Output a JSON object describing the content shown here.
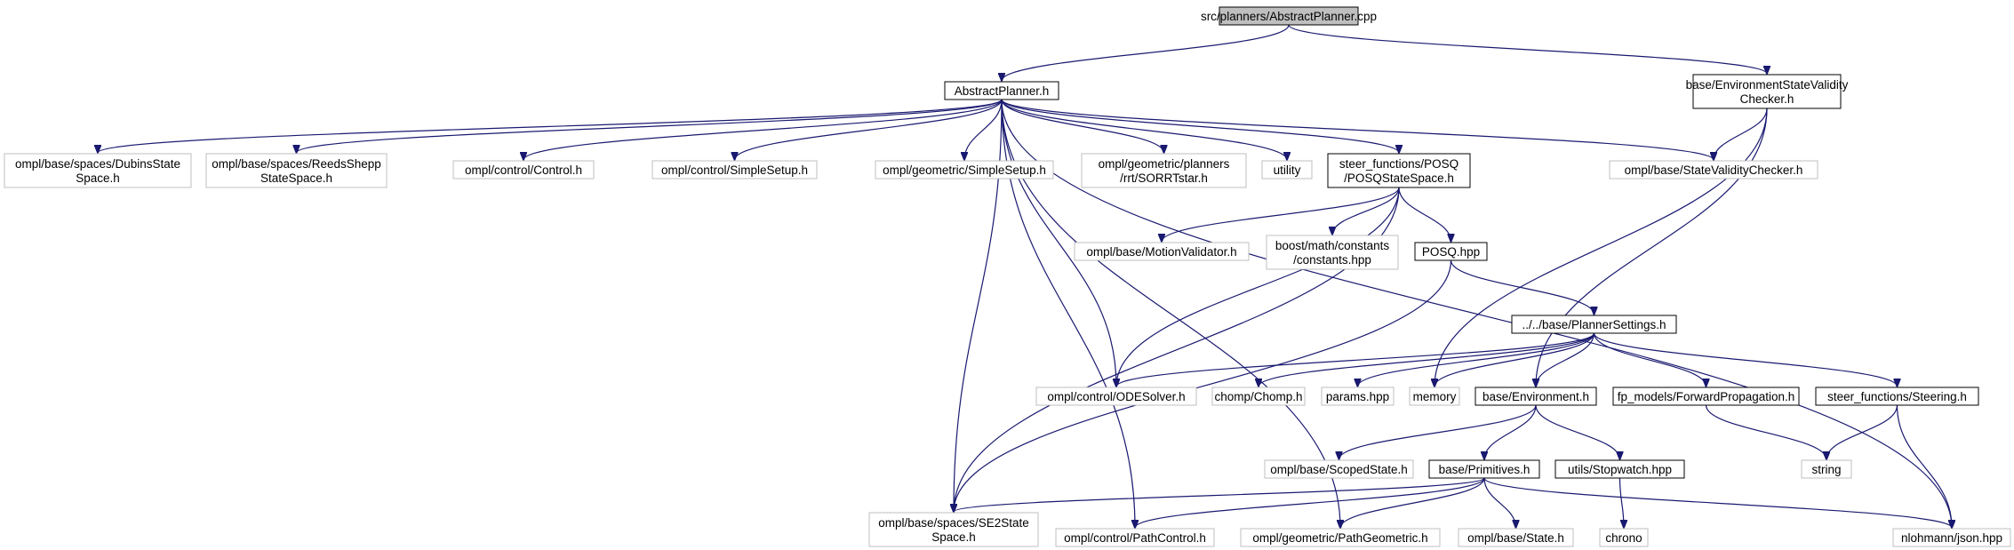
{
  "colors": {
    "root_fill": "#bfbfbf",
    "documented_border": "#000000",
    "external_border": "#bfbfbf",
    "edge": "#191970"
  },
  "nodes": {
    "root": {
      "lines": [
        "src/planners/AbstractPlanner.cpp"
      ],
      "kind": "root"
    },
    "abstractplanner_h": {
      "lines": [
        "AbstractPlanner.h"
      ],
      "kind": "documented"
    },
    "env_validity": {
      "lines": [
        "base/EnvironmentStateValidity",
        "Checker.h"
      ],
      "kind": "documented"
    },
    "dubins": {
      "lines": [
        "ompl/base/spaces/DubinsState",
        "Space.h"
      ],
      "kind": "external"
    },
    "reedsshepp": {
      "lines": [
        "ompl/base/spaces/ReedsShepp",
        "StateSpace.h"
      ],
      "kind": "external"
    },
    "control_h": {
      "lines": [
        "ompl/control/Control.h"
      ],
      "kind": "external"
    },
    "control_simplesetup": {
      "lines": [
        "ompl/control/SimpleSetup.h"
      ],
      "kind": "external"
    },
    "geometric_simplesetup": {
      "lines": [
        "ompl/geometric/SimpleSetup.h"
      ],
      "kind": "external"
    },
    "sorrtstar": {
      "lines": [
        "ompl/geometric/planners",
        "/rrt/SORRTstar.h"
      ],
      "kind": "external"
    },
    "utility": {
      "lines": [
        "utility"
      ],
      "kind": "external"
    },
    "posq_statespace": {
      "lines": [
        "steer_functions/POSQ",
        "/POSQStateSpace.h"
      ],
      "kind": "documented"
    },
    "statevaliditychecker": {
      "lines": [
        "ompl/base/StateValidityChecker.h"
      ],
      "kind": "external"
    },
    "motionvalidator": {
      "lines": [
        "ompl/base/MotionValidator.h"
      ],
      "kind": "external"
    },
    "boost_constants": {
      "lines": [
        "boost/math/constants",
        "/constants.hpp"
      ],
      "kind": "external"
    },
    "posq_hpp": {
      "lines": [
        "POSQ.hpp"
      ],
      "kind": "documented"
    },
    "plannersettings": {
      "lines": [
        "../../base/PlannerSettings.h"
      ],
      "kind": "documented"
    },
    "odesolver": {
      "lines": [
        "ompl/control/ODESolver.h"
      ],
      "kind": "external"
    },
    "chomp": {
      "lines": [
        "chomp/Chomp.h"
      ],
      "kind": "external"
    },
    "params": {
      "lines": [
        "params.hpp"
      ],
      "kind": "external"
    },
    "memory": {
      "lines": [
        "memory"
      ],
      "kind": "external"
    },
    "environment": {
      "lines": [
        "base/Environment.h"
      ],
      "kind": "documented"
    },
    "forwardprop": {
      "lines": [
        "fp_models/ForwardPropagation.h"
      ],
      "kind": "documented"
    },
    "steering": {
      "lines": [
        "steer_functions/Steering.h"
      ],
      "kind": "documented"
    },
    "scopedstate": {
      "lines": [
        "ompl/base/ScopedState.h"
      ],
      "kind": "external"
    },
    "primitives": {
      "lines": [
        "base/Primitives.h"
      ],
      "kind": "documented"
    },
    "stopwatch": {
      "lines": [
        "utils/Stopwatch.hpp"
      ],
      "kind": "documented"
    },
    "string": {
      "lines": [
        "string"
      ],
      "kind": "external"
    },
    "se2statespace": {
      "lines": [
        "ompl/base/spaces/SE2State",
        "Space.h"
      ],
      "kind": "external"
    },
    "pathcontrol": {
      "lines": [
        "ompl/control/PathControl.h"
      ],
      "kind": "external"
    },
    "pathgeometric": {
      "lines": [
        "ompl/geometric/PathGeometric.h"
      ],
      "kind": "external"
    },
    "state": {
      "lines": [
        "ompl/base/State.h"
      ],
      "kind": "external"
    },
    "chrono": {
      "lines": [
        "chrono"
      ],
      "kind": "external"
    },
    "json": {
      "lines": [
        "nlohmann/json.hpp"
      ],
      "kind": "external"
    }
  },
  "edges": [
    [
      "root",
      "abstractplanner_h"
    ],
    [
      "root",
      "env_validity"
    ],
    [
      "abstractplanner_h",
      "dubins"
    ],
    [
      "abstractplanner_h",
      "reedsshepp"
    ],
    [
      "abstractplanner_h",
      "control_h"
    ],
    [
      "abstractplanner_h",
      "control_simplesetup"
    ],
    [
      "abstractplanner_h",
      "geometric_simplesetup"
    ],
    [
      "abstractplanner_h",
      "sorrtstar"
    ],
    [
      "abstractplanner_h",
      "utility"
    ],
    [
      "abstractplanner_h",
      "posq_statespace"
    ],
    [
      "abstractplanner_h",
      "statevaliditychecker"
    ],
    [
      "abstractplanner_h",
      "json"
    ],
    [
      "abstractplanner_h",
      "odesolver"
    ],
    [
      "abstractplanner_h",
      "se2statespace"
    ],
    [
      "abstractplanner_h",
      "pathcontrol"
    ],
    [
      "abstractplanner_h",
      "pathgeometric"
    ],
    [
      "env_validity",
      "statevaliditychecker"
    ],
    [
      "env_validity",
      "memory"
    ],
    [
      "env_validity",
      "environment"
    ],
    [
      "posq_statespace",
      "motionvalidator"
    ],
    [
      "posq_statespace",
      "boost_constants"
    ],
    [
      "posq_statespace",
      "posq_hpp"
    ],
    [
      "posq_statespace",
      "odesolver"
    ],
    [
      "posq_statespace",
      "se2statespace"
    ],
    [
      "posq_hpp",
      "plannersettings"
    ],
    [
      "posq_hpp",
      "se2statespace"
    ],
    [
      "plannersettings",
      "odesolver"
    ],
    [
      "plannersettings",
      "chomp"
    ],
    [
      "plannersettings",
      "params"
    ],
    [
      "plannersettings",
      "memory"
    ],
    [
      "plannersettings",
      "environment"
    ],
    [
      "plannersettings",
      "forwardprop"
    ],
    [
      "plannersettings",
      "steering"
    ],
    [
      "environment",
      "scopedstate"
    ],
    [
      "environment",
      "primitives"
    ],
    [
      "environment",
      "stopwatch"
    ],
    [
      "forwardprop",
      "string"
    ],
    [
      "steering",
      "string"
    ],
    [
      "steering",
      "json"
    ],
    [
      "primitives",
      "se2statespace"
    ],
    [
      "primitives",
      "pathcontrol"
    ],
    [
      "primitives",
      "pathgeometric"
    ],
    [
      "primitives",
      "state"
    ],
    [
      "primitives",
      "json"
    ],
    [
      "stopwatch",
      "chrono"
    ]
  ]
}
